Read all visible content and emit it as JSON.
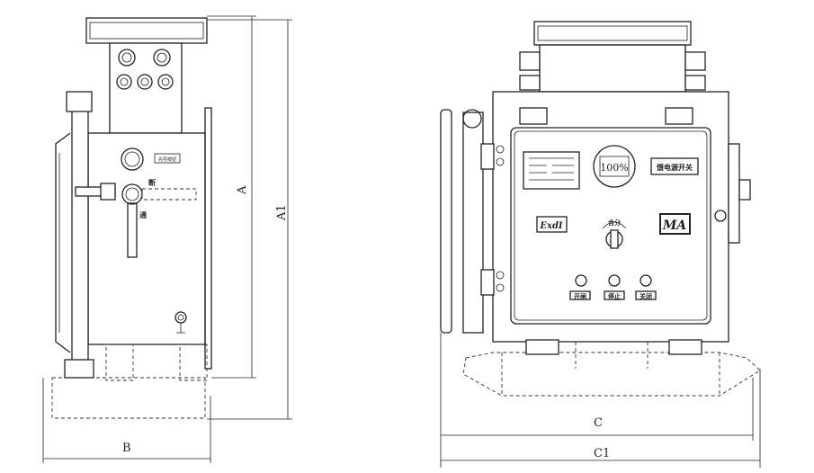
{
  "dimensions": {
    "A": "A",
    "A1": "A1",
    "B": "B",
    "C": "C",
    "C1": "C1"
  },
  "side_view": {
    "nameplate": "先导按钮",
    "label_upper": "断",
    "label_lower": "通"
  },
  "front_view": {
    "gauge": "100%",
    "title_plate": "馈电源开关",
    "ex_mark": "ExdI",
    "ma_mark": "MA",
    "switch_label": "合分",
    "buttons": [
      "开闸",
      "停止",
      "关闭"
    ]
  }
}
